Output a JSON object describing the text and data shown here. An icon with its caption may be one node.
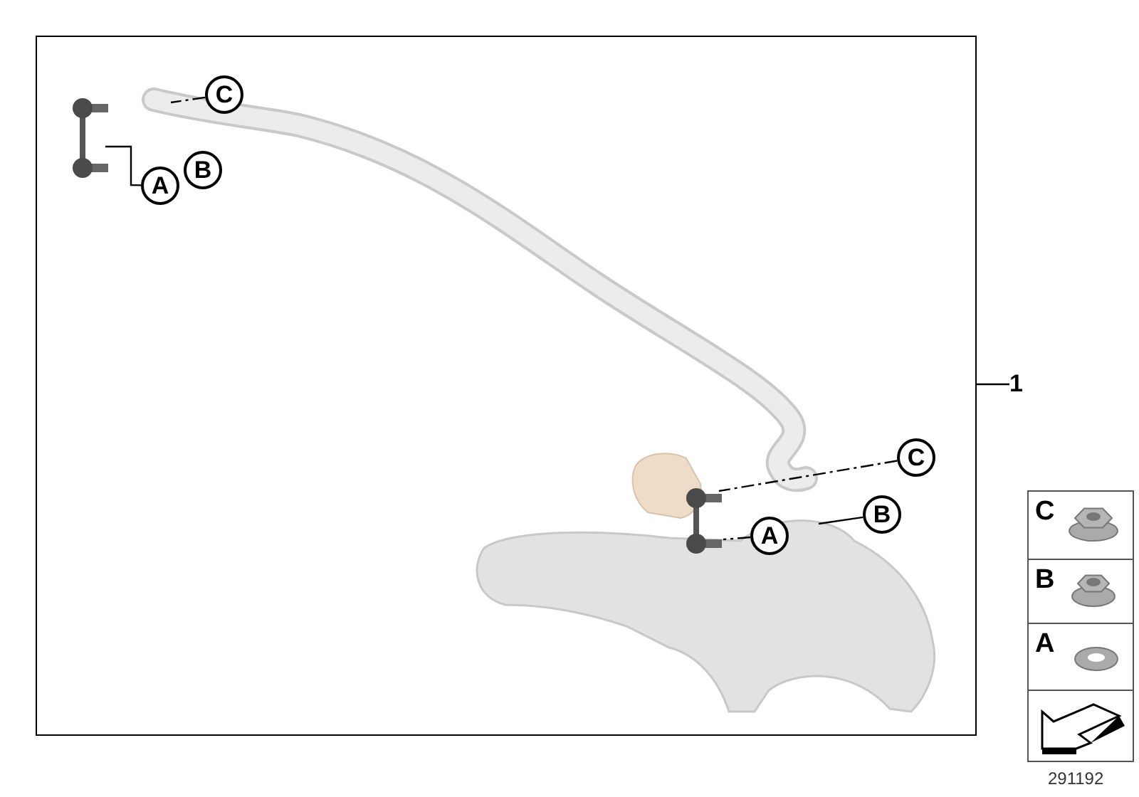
{
  "diagram": {
    "nodes": [
      {
        "text": [],
        "shape": "box"
      },
      {
        "text": [
          "C"
        ],
        "in": 0
      },
      {
        "text": [
          "A"
        ],
        "in": 0
      },
      {
        "text": [
          "B"
        ],
        "in": 0
      },
      {
        "text": [
          "C"
        ],
        "in": 0
      },
      {
        "text": [
          "B"
        ],
        "in": 0
      },
      {
        "text": [
          "A"
        ],
        "in": 0
      },
      {
        "text": [
          "1"
        ]
      }
    ],
    "edges": [
      {
        "from": 7,
        "to": 0,
        "arrow": "none"
      },
      {
        "from": 1,
        "to": null,
        "arrow": "none",
        "style": "dashed"
      },
      {
        "from": 2,
        "to": null,
        "arrow": "none"
      },
      {
        "from": 4,
        "to": null,
        "arrow": "none",
        "style": "dashed"
      },
      {
        "from": 5,
        "to": null,
        "arrow": "none"
      },
      {
        "from": 6,
        "to": null,
        "arrow": "none",
        "style": "dashed"
      }
    ],
    "labels": [
      "C",
      "B",
      "A",
      "291192"
    ]
  }
}
